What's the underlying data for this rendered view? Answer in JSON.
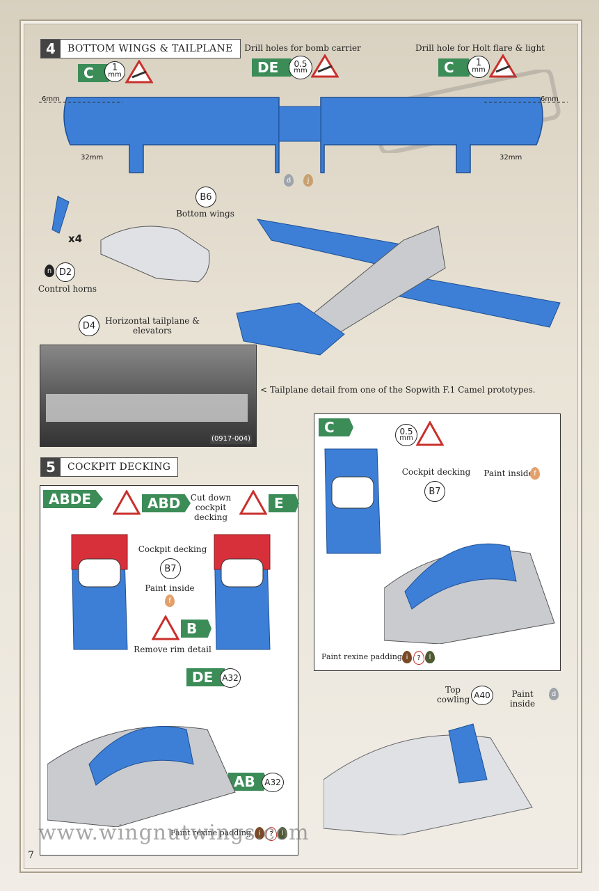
{
  "step4": {
    "number": "4",
    "title": "BOTTOM WINGS & TAILPLANE",
    "tag_left": "C",
    "tag_center": "DE",
    "tag_right": "C",
    "drill_left": "1",
    "drill_center": "0.5",
    "drill_right": "1",
    "drill_unit": "mm",
    "note_bomb": "Drill holes for bomb carrier",
    "note_holt": "Drill hole for Holt flare & light",
    "dim_6_left": "6mm",
    "dim_6_right": "6mm",
    "dim_32_left": "32mm",
    "dim_32_right": "32mm",
    "paint_d": "d",
    "paint_j": "j",
    "part_b6": "B6",
    "label_b6": "Bottom wings",
    "qty": "x4",
    "part_d2": "D2",
    "paint_n": "n",
    "label_d2": "Control horns",
    "part_d4": "D4",
    "label_d4": "Horizontal tailplane & elevators",
    "photo_caption": "< Tailplane detail from one of the Sopwith F.1 Camel prototypes.",
    "photo_ref": "(0917-004)"
  },
  "step5": {
    "number": "5",
    "title": "COCKPIT DECKING",
    "tag_abde": "ABDE",
    "tag_abd": "ABD",
    "tag_e": "E",
    "tag_b": "B",
    "note_cut": "Cut down cockpit decking",
    "label_cockpit": "Cockpit decking",
    "part_b7": "B7",
    "label_paint_inside": "Paint inside",
    "paint_f": "f",
    "label_remove_rim": "Remove rim detail",
    "tag_de": "DE",
    "tag_ab": "AB",
    "part_a32_top": "A32",
    "part_a32_bottom": "A32",
    "label_rexine": "Paint rexine padding",
    "paint_i": "i",
    "paint_q": "?",
    "paint_l": "l"
  },
  "panel_c": {
    "tag": "C",
    "drill": "0.5",
    "unit": "mm",
    "label_cockpit": "Cockpit decking",
    "label_paint_inside": "Paint inside",
    "paint_f": "f",
    "part_b7": "B7",
    "label_rexine": "Paint rexine padding",
    "paint_i": "i",
    "paint_q": "?",
    "paint_l": "l"
  },
  "cowling": {
    "label_top": "Top cowling",
    "part_a40": "A40",
    "label_paint_inside": "Paint inside",
    "paint_d": "d"
  },
  "footer": {
    "website": "www.wingnutwings.com",
    "page_number": "7"
  },
  "colors": {
    "accent_green": "#3c8c58",
    "part_blue": "#3d7fd6",
    "part_red": "#d8303a",
    "part_grey": "#c9cbcf"
  }
}
